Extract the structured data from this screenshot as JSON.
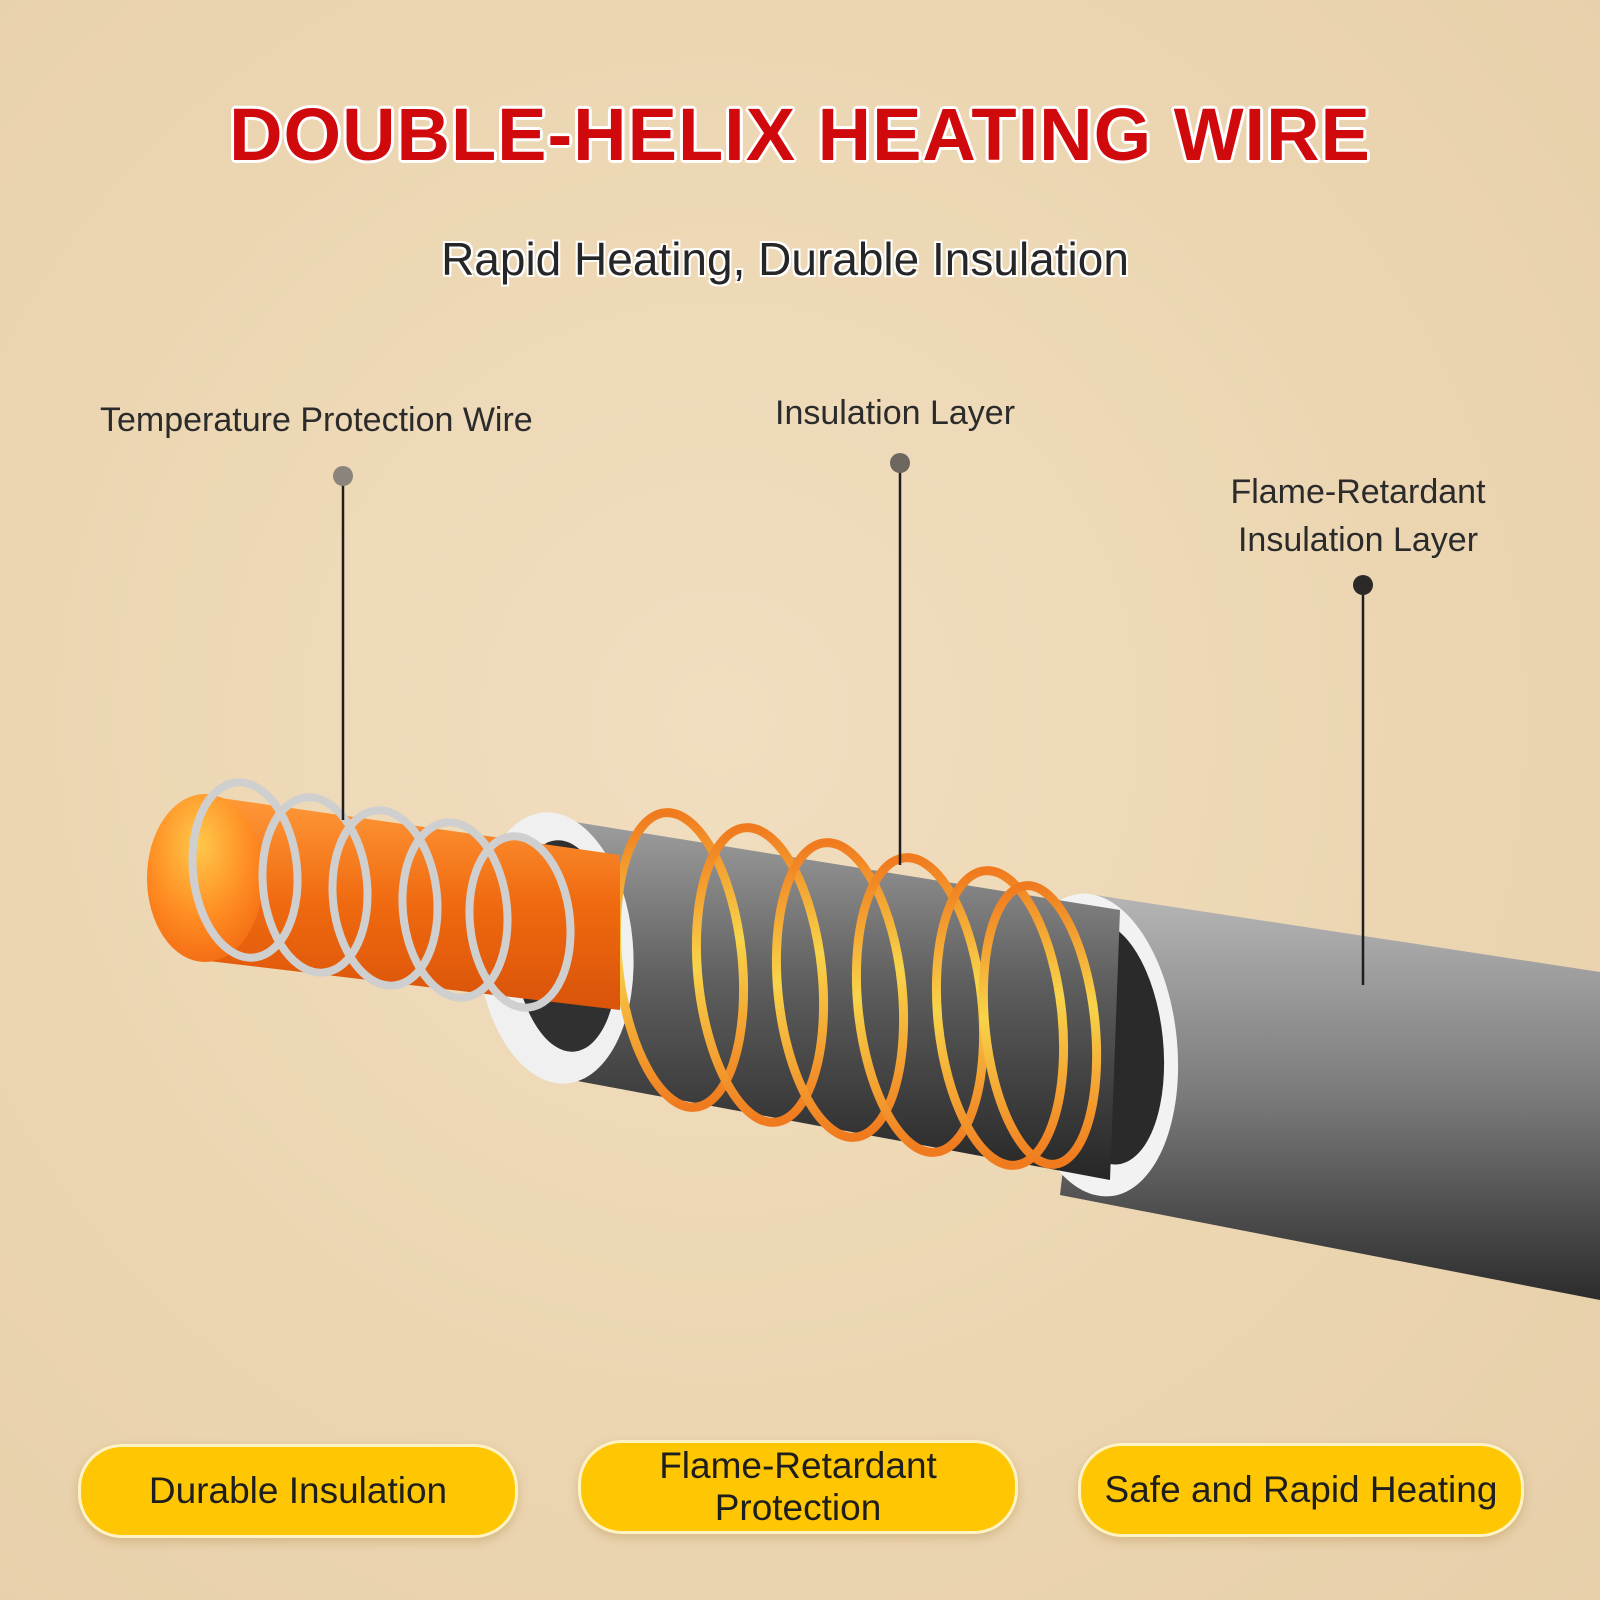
{
  "header": {
    "title": "DOUBLE-HELIX HEATING WIRE",
    "subtitle": "Rapid Heating, Durable Insulation"
  },
  "callouts": {
    "temperature_protection_wire": "Temperature Protection Wire",
    "insulation_layer": "Insulation Layer",
    "flame_retardant_line1": "Flame-Retardant",
    "flame_retardant_line2": "Insulation Layer"
  },
  "features": {
    "durable_insulation": "Durable Insulation",
    "flame_retardant_line1": "Flame-Retardant",
    "flame_retardant_line2": "Protection",
    "safe_rapid_heating": "Safe and Rapid Heating"
  },
  "colors": {
    "background": "#ecd7b3",
    "title": "#d0090d",
    "pill": "#ffc703",
    "core": "#f06a10",
    "coil_orange": "#f07a1e",
    "coil_yellow": "#f8d44a",
    "coil_silver": "#c9c9c9",
    "sheath_gray": "#8c8c8c"
  }
}
